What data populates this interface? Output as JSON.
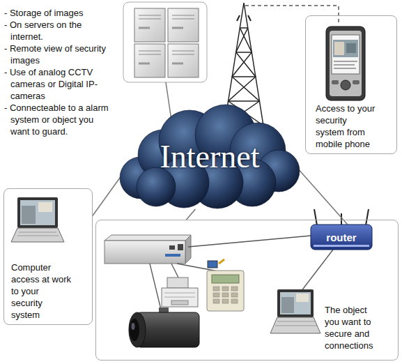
{
  "diagram": {
    "nodes": [
      {
        "text": [
          "Internet"
        ]
      },
      {
        "text": [
          "Access to your security system from mobile phone"
        ]
      },
      {
        "text": [
          "Computer access at work to your security system"
        ]
      },
      {
        "text": [
          "The object you want to secure and connections"
        ]
      },
      {
        "text": [
          "router"
        ],
        "in": 3
      }
    ],
    "edges": [
      {
        "from": 0,
        "to": 2,
        "arrow": "none"
      },
      {
        "from": 0,
        "to": 3,
        "arrow": "none"
      },
      {
        "from": 0,
        "to": 4,
        "arrow": "none"
      }
    ],
    "labels": [
      "- Storage of images",
      "- On servers on the internet.",
      "- Remote view of security images",
      "- Use of analog CCTV cameras or Digital IP-cameras",
      "- Connecteable to a alarm system or object you want to guard."
    ]
  }
}
